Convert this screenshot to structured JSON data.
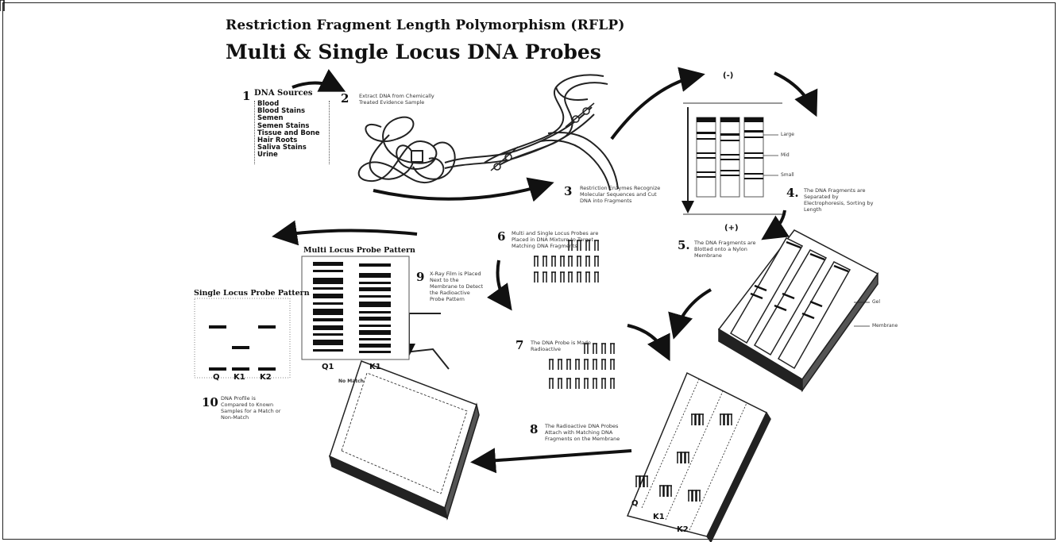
{
  "title": "Restriction Fragment Length Polymorphism  (RFLP)",
  "subtitle": "Multi & Single Locus DNA Probes",
  "step_numbers": [
    "1",
    "2",
    "3",
    "4.",
    "5.",
    "6",
    "7",
    "8",
    "9",
    "10"
  ],
  "dna_sources": {
    "heading": "DNA Sources",
    "items": [
      "Blood",
      "Blood Stains",
      "Semen",
      "Semen Stains",
      "Tissue and Bone",
      "Hair Roots",
      "Saliva Stains",
      "Urine"
    ]
  },
  "step_texts": {
    "s2": "Extract DNA from Chemically Treated Evidence Sample",
    "s3": "Restriction Enzymes Recognize Molecular Sequences and Cut DNA into Fragments",
    "s4": "The DNA Fragments are Separated by Electrophoresis, Sorting by Length",
    "s5": "The DNA Fragments are Blotted onto a Nylon Membrane",
    "s6": "Multi and Single Locus Probes are Placed in DNA Mixture to Target Matching DNA Fragments",
    "s7": "The DNA Probe is Made Radioactive",
    "s8": "The Radioactive DNA Probes Attach with Matching DNA Fragments on the Membrane",
    "s9": "X-Ray Film is Placed Next to the Membrane to Detect the Radioactive Probe Pattern",
    "s10": "DNA Profile is Compared to Known Samples for a Match or Non-Match"
  },
  "gel": {
    "top_label": "(-)",
    "bottom_label": "(+)",
    "side_labels": [
      "Large",
      "Mid",
      "Small"
    ]
  },
  "membrane_labels": [
    "Gel",
    "Membrane"
  ],
  "multi_locus": {
    "title": "Multi Locus Probe Pattern",
    "lanes": [
      "Q1",
      "K1"
    ],
    "note": "No Match"
  },
  "single_locus": {
    "title": "Single Locus Probe Pattern",
    "lanes": [
      "Q",
      "K1",
      "K2"
    ]
  },
  "blot_lanes": [
    "Q",
    "K1",
    "K2"
  ]
}
